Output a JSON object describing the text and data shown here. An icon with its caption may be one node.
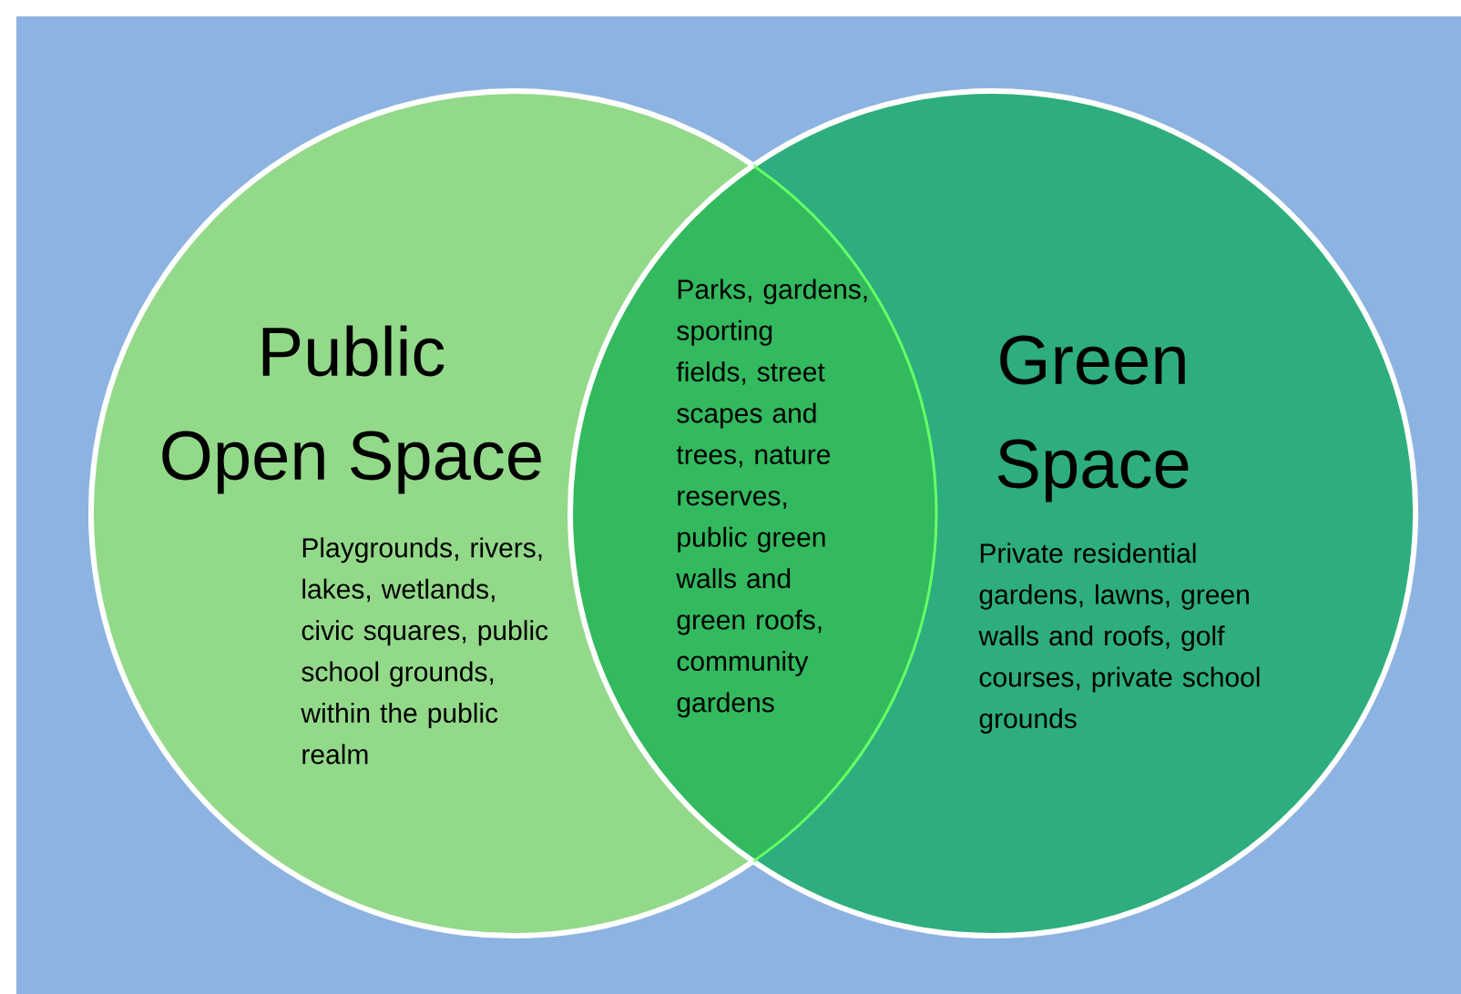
{
  "diagram": {
    "nodes": [
      {
        "text": [
          "Public Open Space",
          "Playgrounds, rivers, lakes, wetlands, civic squares, public school grounds, within the public realm"
        ]
      },
      {
        "text": [
          "Parks, gardens, sporting fields, street scapes and trees, nature reserves, public green walls and green roofs, community gardens"
        ]
      },
      {
        "text": [
          "Green Space",
          "Private residential gardens, lawns, green walls and roofs, golf courses, private school grounds"
        ]
      }
    ]
  }
}
